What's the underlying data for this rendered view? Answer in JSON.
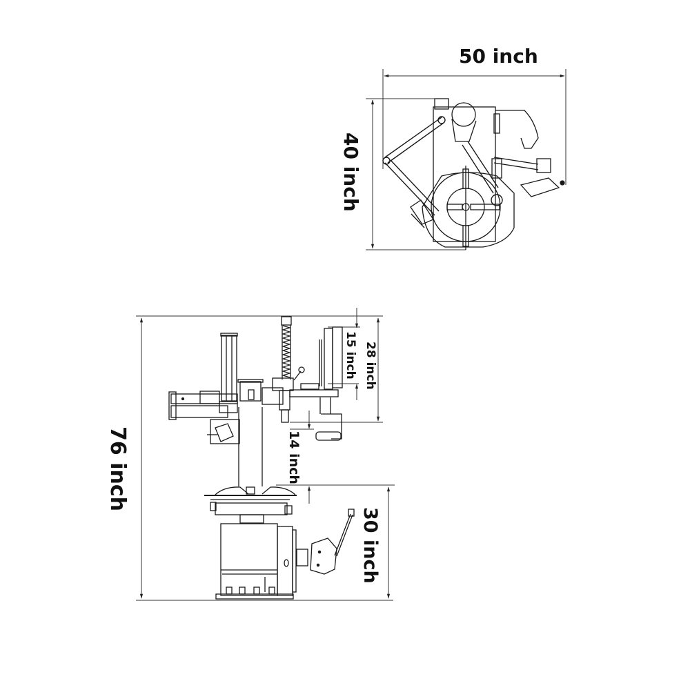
{
  "diagram": {
    "type": "technical-dimension-drawing",
    "subject": "tire changer machine",
    "colors": {
      "line": "#1a1a1a",
      "dim_line": "#333333",
      "text": "#111111",
      "background": "#ffffff"
    },
    "top_view": {
      "width_label": "50 inch",
      "depth_label": "40 inch"
    },
    "front_view": {
      "total_height_label": "76 inch",
      "column_top_offset_label": "15 inch",
      "arm_height_label": "28 inch",
      "arm_to_table_label": "14 inch",
      "table_height_label": "30 inch"
    }
  }
}
